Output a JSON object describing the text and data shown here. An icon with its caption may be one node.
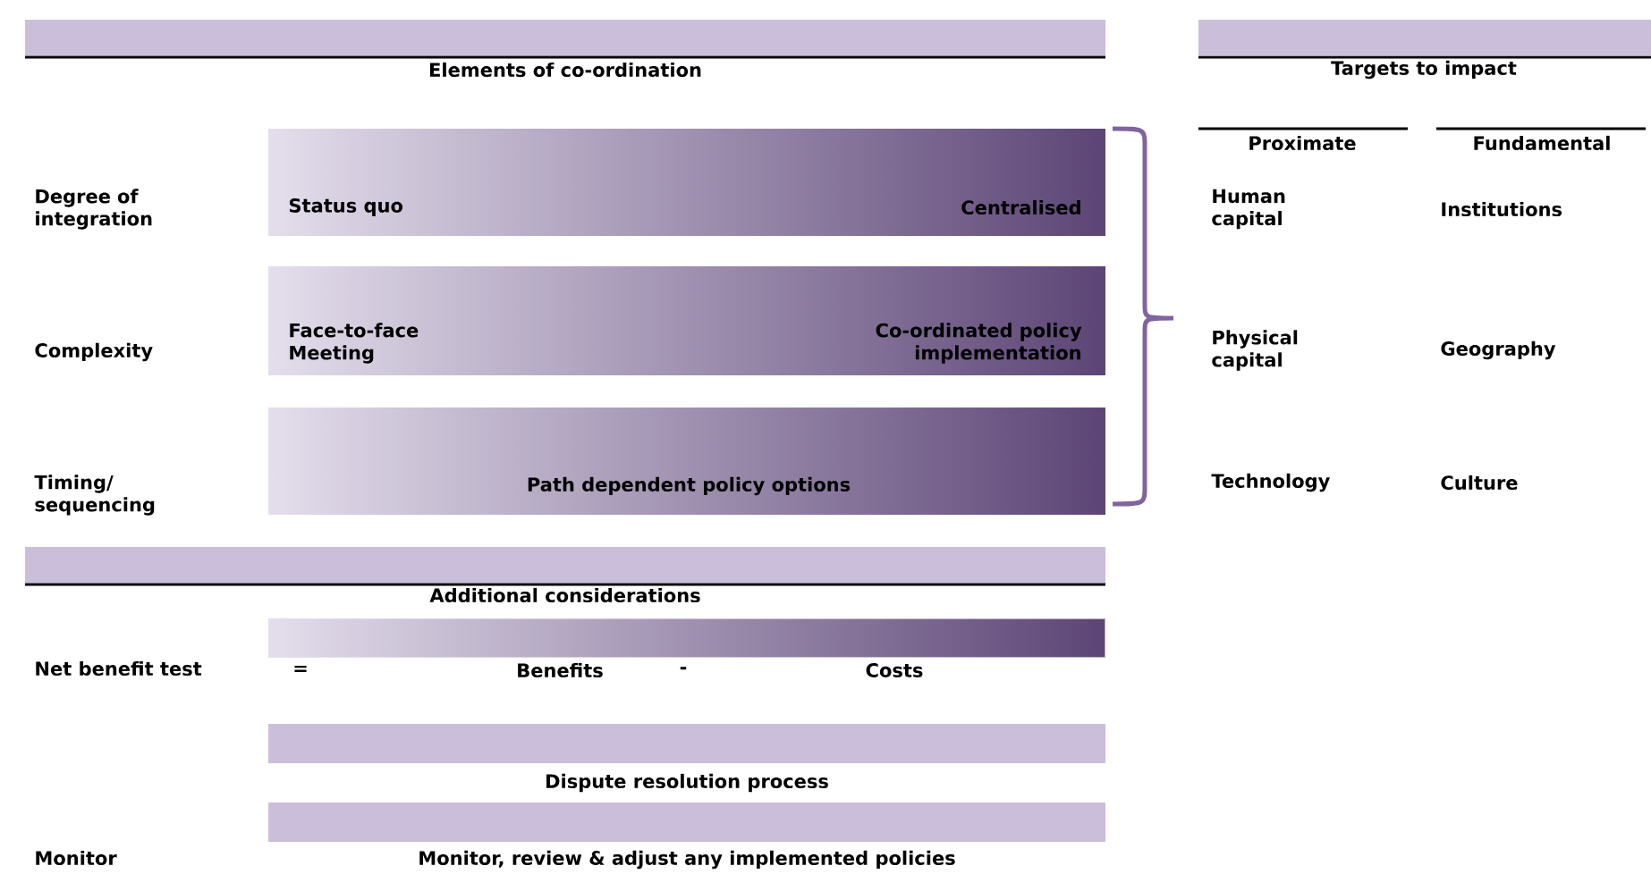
{
  "diagram": {
    "nodes": [
      {
        "text": [
          "Elements of co-ordination"
        ]
      },
      {
        "text": [
          "Targets to impact"
        ]
      },
      {
        "text": [
          "Status quo",
          "Centralised"
        ]
      },
      {
        "text": [
          "Face-to-face Meeting",
          "Co-ordinated policy implementation"
        ]
      },
      {
        "text": [
          "Path dependent policy options"
        ]
      },
      {
        "text": [
          "Additional considerations"
        ]
      },
      {
        "text": [],
        "shape": "bar"
      },
      {
        "text": [
          "Dispute resolution process"
        ]
      },
      {
        "text": [
          "Monitor, review & adjust any implemented policies"
        ]
      }
    ],
    "labels": [
      "Degree of integration",
      "Proximate",
      "Fundamental",
      "Human capital",
      "Institutions",
      "Complexity",
      "Physical capital",
      "Geography",
      "Timing/ sequencing",
      "Technology",
      "Culture",
      "Net benefit test",
      "=",
      "Benefits",
      "-",
      "Costs",
      "Monitor"
    ]
  }
}
